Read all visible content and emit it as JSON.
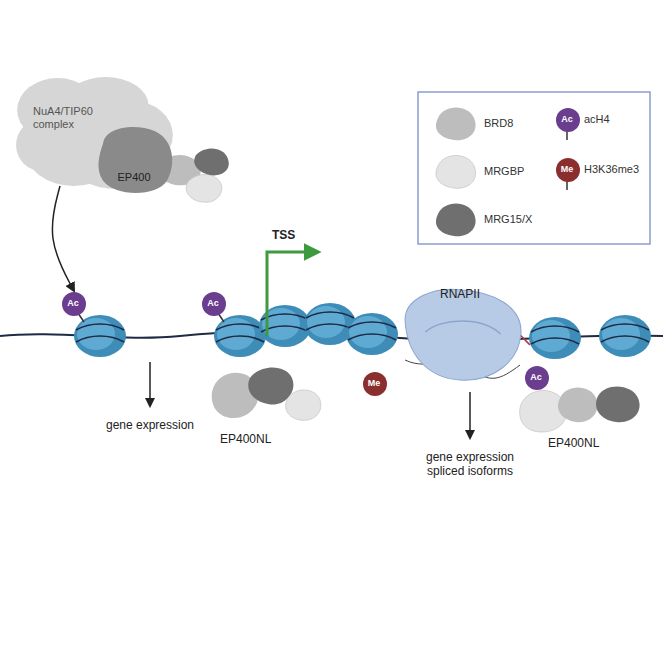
{
  "diagram": {
    "nodes": [
      {
        "text": [
          "NuA4/TIP60 complex"
        ]
      },
      {
        "text": [
          "EP400"
        ],
        "in": 0
      },
      {
        "text": [
          "Ac"
        ]
      },
      {
        "text": [
          "Ac"
        ]
      },
      {
        "text": [
          "Me"
        ]
      },
      {
        "text": [
          "RNAPII"
        ]
      },
      {
        "text": [
          "Ac"
        ]
      },
      {
        "text": [
          "Ac"
        ]
      },
      {
        "text": [
          "Me"
        ]
      }
    ],
    "edges": [
      {
        "from": 0,
        "to": 2,
        "arrow": "to"
      }
    ],
    "labels": [
      "TSS",
      "EP400NL",
      "EP400NL",
      "gene expression",
      "gene expression spliced isoforms"
    ],
    "legend": [
      {
        "text": "BRD8"
      },
      {
        "text": "MRGBP"
      },
      {
        "text": "MRG15/X"
      },
      {
        "text": "acH4"
      },
      {
        "text": "H3K36me3"
      }
    ]
  }
}
